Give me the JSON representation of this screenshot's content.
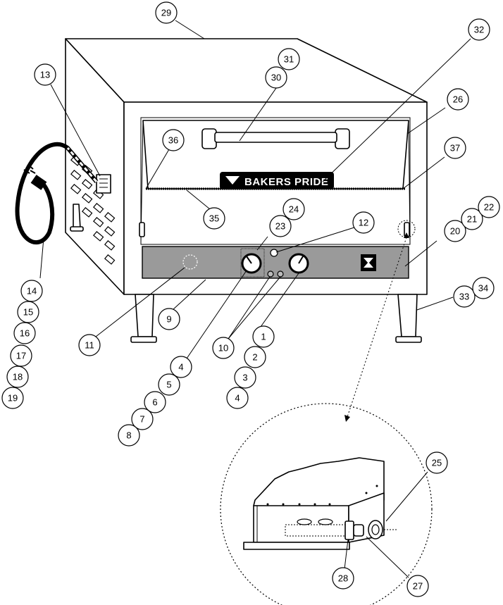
{
  "brand": {
    "nameplate_text": "BAKERS PRIDE"
  },
  "callouts": [
    {
      "id": "c1",
      "label": "1"
    },
    {
      "id": "c2",
      "label": "2"
    },
    {
      "id": "c3",
      "label": "3"
    },
    {
      "id": "c4a",
      "label": "4"
    },
    {
      "id": "c4b",
      "label": "4"
    },
    {
      "id": "c5",
      "label": "5"
    },
    {
      "id": "c6",
      "label": "6"
    },
    {
      "id": "c7",
      "label": "7"
    },
    {
      "id": "c8",
      "label": "8"
    },
    {
      "id": "c9",
      "label": "9"
    },
    {
      "id": "c10",
      "label": "10"
    },
    {
      "id": "c11",
      "label": "11"
    },
    {
      "id": "c12",
      "label": "12"
    },
    {
      "id": "c13",
      "label": "13"
    },
    {
      "id": "c14",
      "label": "14"
    },
    {
      "id": "c15",
      "label": "15"
    },
    {
      "id": "c16",
      "label": "16"
    },
    {
      "id": "c17",
      "label": "17"
    },
    {
      "id": "c18",
      "label": "18"
    },
    {
      "id": "c19",
      "label": "19"
    },
    {
      "id": "c20",
      "label": "20"
    },
    {
      "id": "c21",
      "label": "21"
    },
    {
      "id": "c22",
      "label": "22"
    },
    {
      "id": "c23",
      "label": "23"
    },
    {
      "id": "c24",
      "label": "24"
    },
    {
      "id": "c25",
      "label": "25"
    },
    {
      "id": "c26",
      "label": "26"
    },
    {
      "id": "c27",
      "label": "27"
    },
    {
      "id": "c28",
      "label": "28"
    },
    {
      "id": "c29",
      "label": "29"
    },
    {
      "id": "c30",
      "label": "30"
    },
    {
      "id": "c31",
      "label": "31"
    },
    {
      "id": "c32",
      "label": "32"
    },
    {
      "id": "c33",
      "label": "33"
    },
    {
      "id": "c34",
      "label": "34"
    },
    {
      "id": "c35",
      "label": "35"
    },
    {
      "id": "c36",
      "label": "36"
    },
    {
      "id": "c37",
      "label": "37"
    }
  ]
}
